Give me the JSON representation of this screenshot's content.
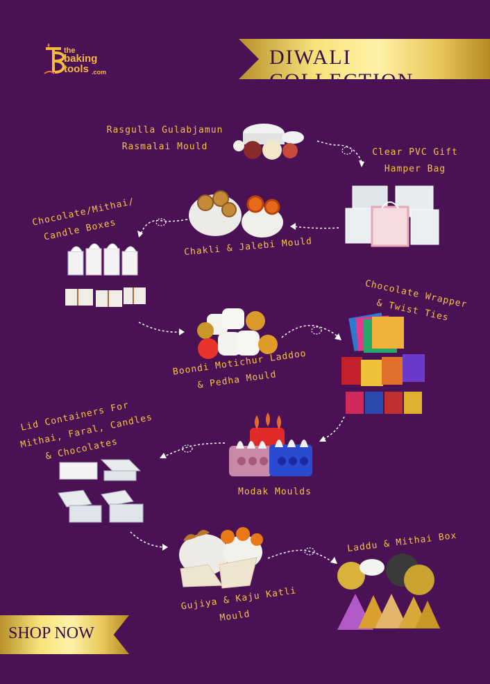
{
  "brand": {
    "line1": "the",
    "line2": "baking",
    "line3": "tools",
    "suffix": ".com"
  },
  "banner": {
    "title": "DIWALI  COLLECTION"
  },
  "cta": {
    "label": "SHOP NOW"
  },
  "products": {
    "rasgulla": {
      "line1": "Rasgulla Gulabjamun",
      "line2": "Rasmalai Mould"
    },
    "pvc_bag": {
      "line1": "Clear PVC Gift",
      "line2": "Hamper Bag"
    },
    "chakli": {
      "line1": "Chakli & Jalebi Mould"
    },
    "boxes": {
      "line1": "Chocolate/Mithai/",
      "line2": "Candle Boxes"
    },
    "wrapper": {
      "line1": "Chocolate Wrapper",
      "line2": "& Twist Ties"
    },
    "laddoo": {
      "line1": "Boondi Motichur Laddoo",
      "line2": "& Pedha Mould"
    },
    "containers": {
      "line1": "Lid Containers For",
      "line2": "Mithai, Faral, Candles",
      "line3": "& Chocolates"
    },
    "modak": {
      "line1": "Modak Moulds"
    },
    "gujiya": {
      "line1": "Gujiya & Kaju Katli",
      "line2": "Mould"
    },
    "laddu_box": {
      "line1": "Laddu & Mithai Box"
    }
  },
  "colors": {
    "background": "#4a1255",
    "accent": "#f4c542",
    "gold": "#e8c659"
  }
}
